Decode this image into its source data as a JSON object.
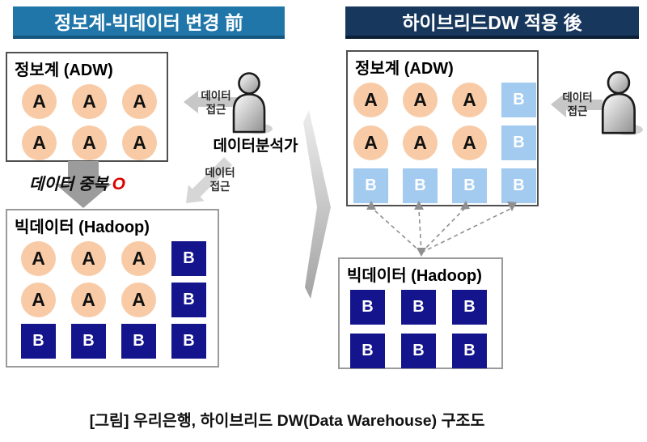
{
  "caption": "[그림] 우리은행, 하이브리드 DW(Data Warehouse) 구조도",
  "colors": {
    "header_before_bg": "#2176A9",
    "header_after_bg": "#17375D",
    "block_a_fill": "#F8CBA6",
    "block_b_navy": "#14148C",
    "block_b_light": "#A3CBEF",
    "duplication_mark_color": "#DD0000",
    "flow_arrow_gray": "#9C9C9C",
    "dashed_arrow_gray": "#8F8F8F"
  },
  "before": {
    "title": "정보계-빅데이터 변경 前",
    "adw_box": {
      "label": "정보계 (ADW)",
      "grid": {
        "b_style": "navy",
        "rows": [
          [
            "A",
            "A",
            "A"
          ],
          [
            "A",
            "A",
            "A"
          ]
        ]
      }
    },
    "duplication": {
      "text": "데이터 중복",
      "mark": "O"
    },
    "hadoop_box": {
      "label": "빅데이터 (Hadoop)",
      "grid": {
        "b_style": "navy",
        "rows": [
          [
            "A",
            "A",
            "A",
            "B"
          ],
          [
            "A",
            "A",
            "A",
            "B"
          ],
          [
            "B",
            "B",
            "B",
            "B"
          ]
        ]
      }
    },
    "access_top": {
      "line1": "데이터",
      "line2": "접근"
    },
    "access_bottom": {
      "line1": "데이터",
      "line2": "접근"
    },
    "analyst": "데이터분석가"
  },
  "after": {
    "title": "하이브리드DW 적용 後",
    "adw_box": {
      "label": "정보계 (ADW)",
      "grid": {
        "b_style": "light",
        "rows": [
          [
            "A",
            "A",
            "A",
            "B"
          ],
          [
            "A",
            "A",
            "A",
            "B"
          ],
          [
            "B",
            "B",
            "B",
            "B"
          ]
        ]
      }
    },
    "hadoop_box": {
      "label": "빅데이터 (Hadoop)",
      "grid": {
        "b_style": "navy",
        "rows": [
          [
            "B",
            "B",
            "B"
          ],
          [
            "B",
            "B",
            "B"
          ]
        ]
      }
    },
    "access": {
      "line1": "데이터",
      "line2": "접근"
    }
  }
}
